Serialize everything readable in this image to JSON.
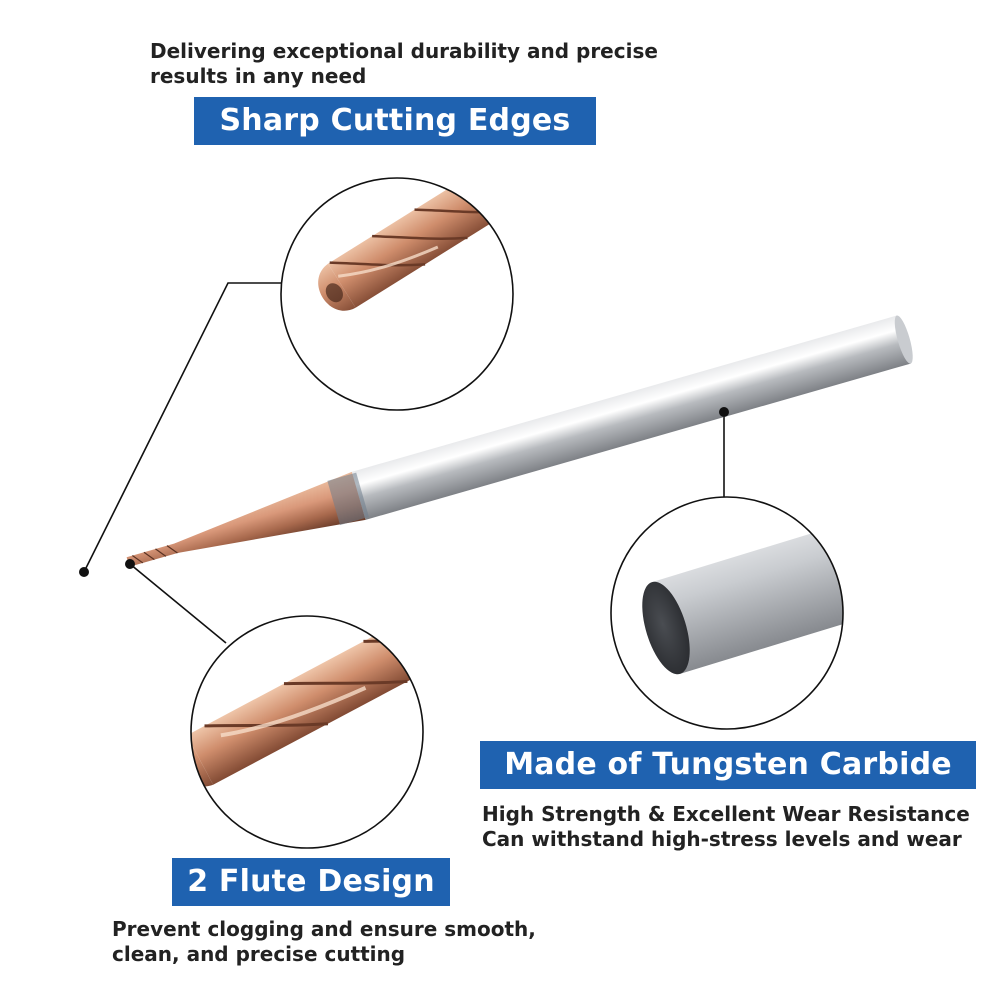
{
  "colors": {
    "banner": "#1f62b0",
    "copper": "#c5835e",
    "steel": "#b9bcc0",
    "line": "#111111"
  },
  "features": {
    "cutting_edges": {
      "description_line1": "Delivering exceptional durability and precise",
      "description_line2": "results in any need",
      "title": "Sharp Cutting Edges"
    },
    "material": {
      "title": "Made of Tungsten Carbide",
      "description_line1": "High Strength & Excellent Wear Resistance",
      "description_line2": "Can withstand high-stress levels and wear"
    },
    "flutes": {
      "title": "2 Flute Design",
      "description_line1": "Prevent clogging and ensure smooth,",
      "description_line2": "clean, and precise cutting"
    }
  }
}
